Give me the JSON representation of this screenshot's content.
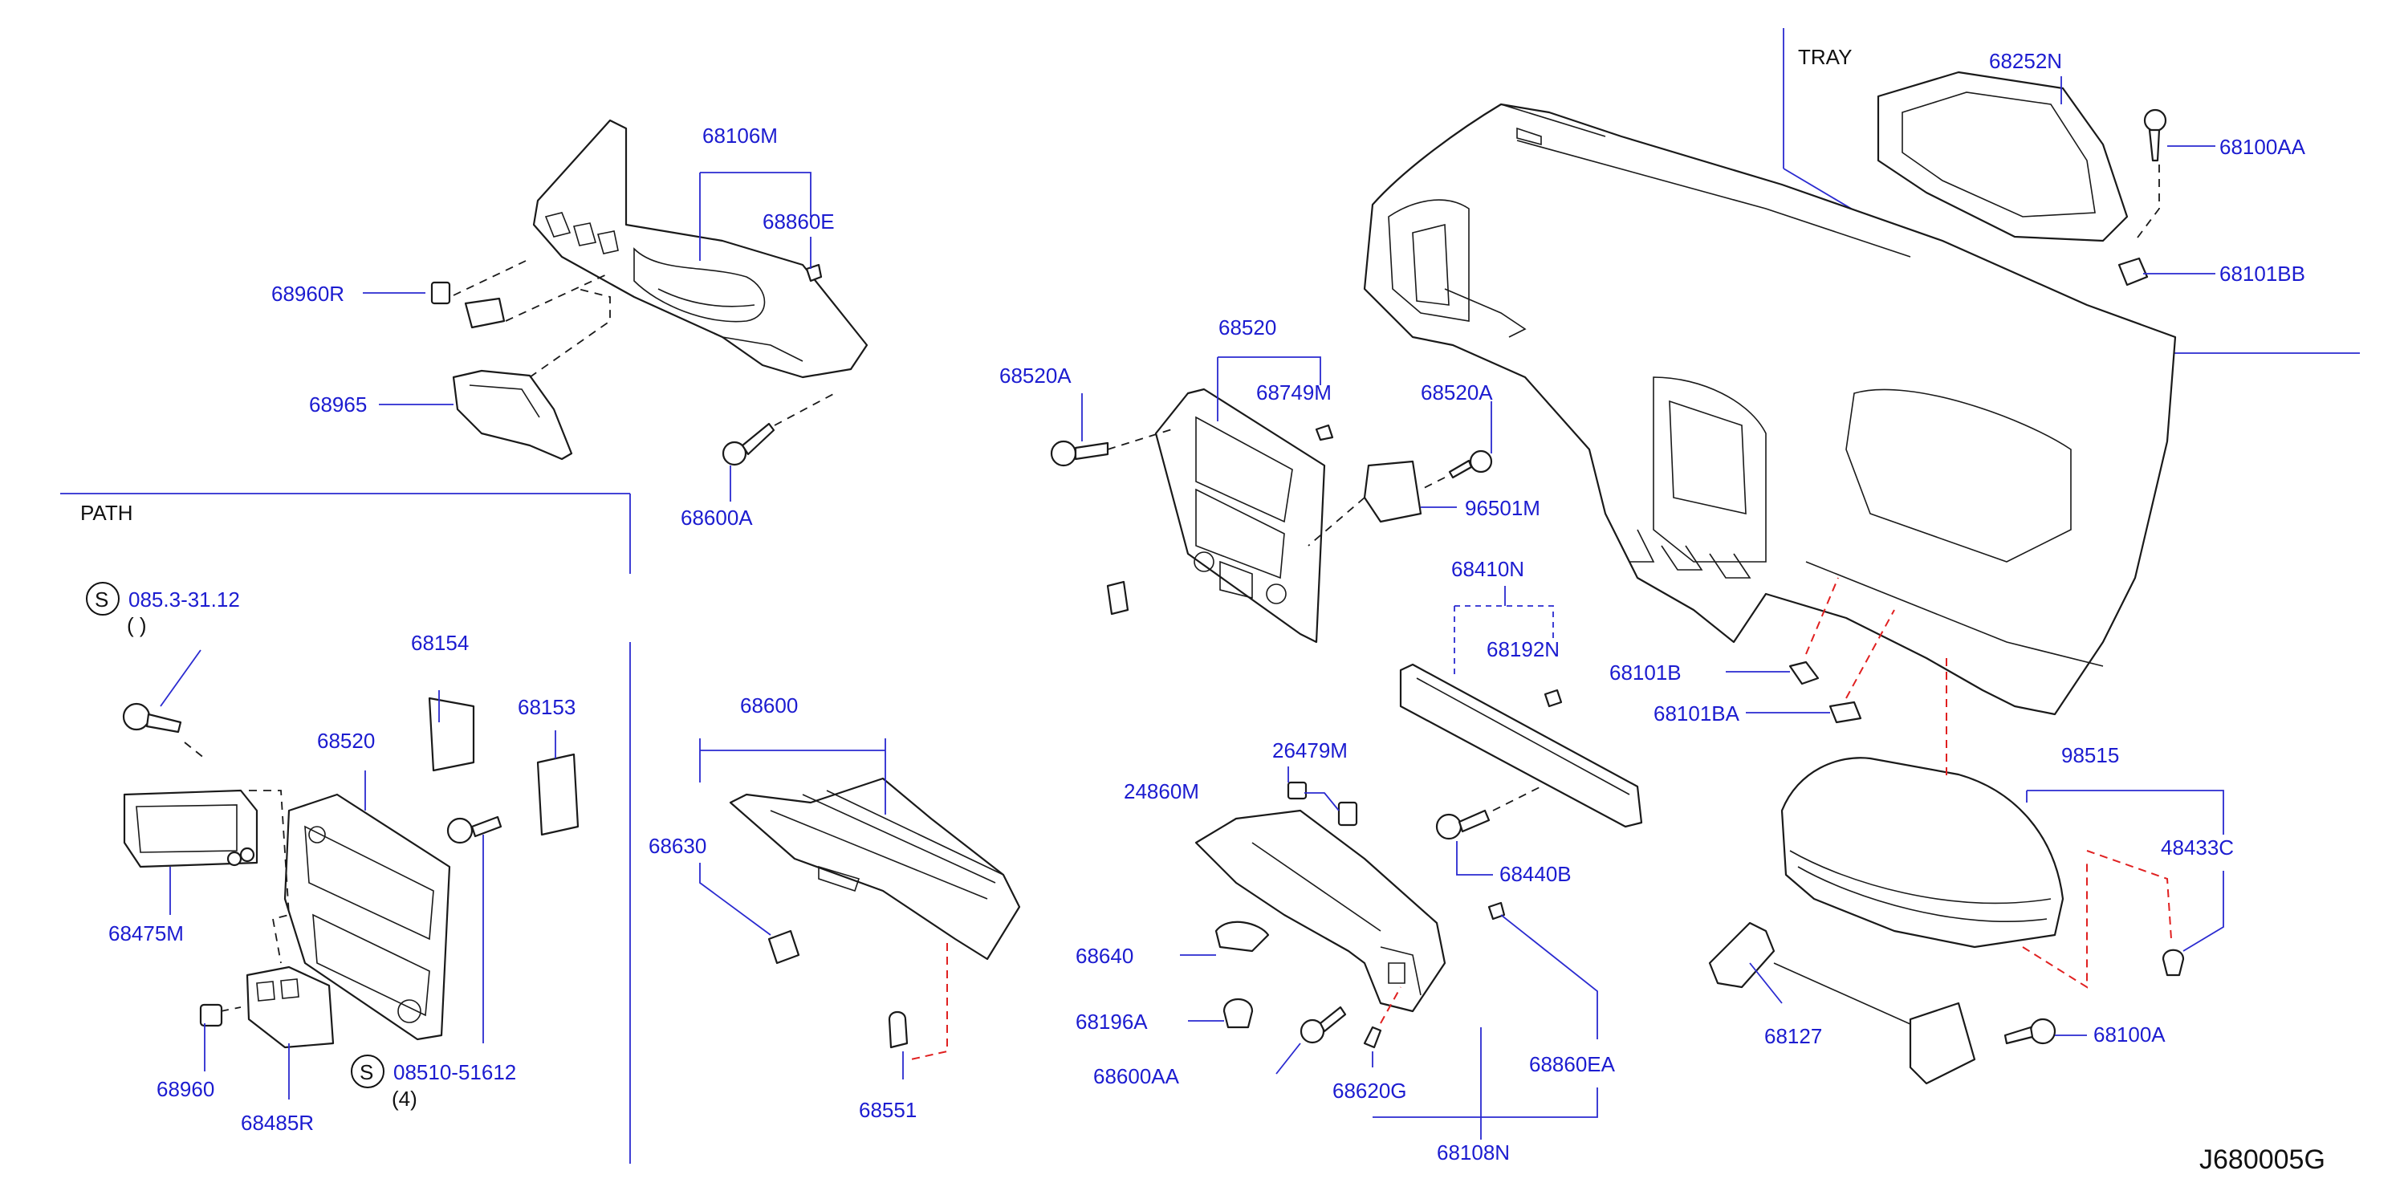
{
  "section_labels": {
    "tray": "TRAY",
    "path": "PATH"
  },
  "reference_code": "J680005G",
  "parts": [
    {
      "id": "68106M"
    },
    {
      "id": "68860E"
    },
    {
      "id": "68960R"
    },
    {
      "id": "68965"
    },
    {
      "id": "68600A"
    },
    {
      "id": "68520A"
    },
    {
      "id": "68520"
    },
    {
      "id": "68749M"
    },
    {
      "id": "68520A"
    },
    {
      "id": "96501M"
    },
    {
      "id": "68252N"
    },
    {
      "id": "68100AA"
    },
    {
      "id": "68101BB"
    },
    {
      "id": "68410N"
    },
    {
      "id": "68192N"
    },
    {
      "id": "68101B"
    },
    {
      "id": "68101BA"
    },
    {
      "id": "68440B"
    },
    {
      "id": "98515"
    },
    {
      "id": "48433C"
    },
    {
      "id": "68127"
    },
    {
      "id": "68100A"
    },
    {
      "id": "68600"
    },
    {
      "id": "68630"
    },
    {
      "id": "68551"
    },
    {
      "id": "26479M"
    },
    {
      "id": "24860M"
    },
    {
      "id": "68640"
    },
    {
      "id": "68196A"
    },
    {
      "id": "68600AA"
    },
    {
      "id": "68620G"
    },
    {
      "id": "68860EA"
    },
    {
      "id": "68108N"
    },
    {
      "id": "68154"
    },
    {
      "id": "68153"
    },
    {
      "id": "68520"
    },
    {
      "id": "68475M"
    },
    {
      "id": "68960"
    },
    {
      "id": "68485R"
    }
  ],
  "standard_parts": [
    {
      "symbol": "S",
      "number": "085.3-31.12",
      "qty": "( )"
    },
    {
      "symbol": "S",
      "number": "08510-51612",
      "qty": "(4)"
    }
  ]
}
